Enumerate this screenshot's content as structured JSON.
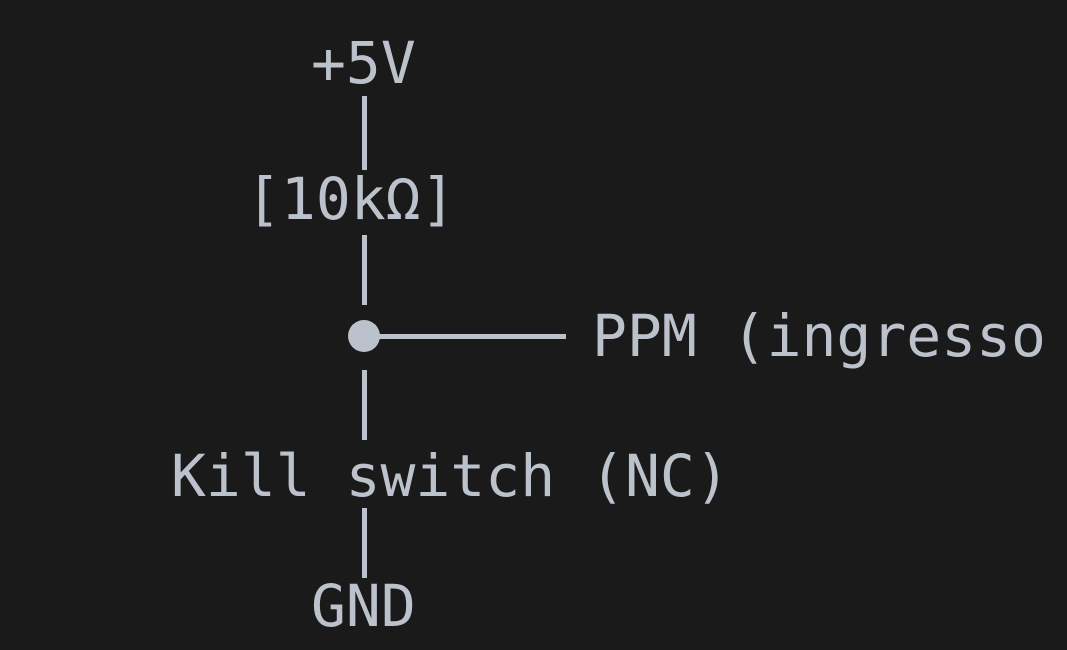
{
  "diagram": {
    "title": "Kill switch pull-up circuit",
    "type": "ascii-circuit-schematic",
    "colors": {
      "background": "#1a1a1a",
      "stroke": "#bcc2cc",
      "text": "#bcc2cc"
    },
    "labels": {
      "supply": "+5V",
      "resistor": "[10kΩ]",
      "signal": "PPM (ingresso",
      "switch": "Kill switch (NC)",
      "ground": "GND"
    },
    "nodes": {
      "junction": "signal-junction-dot"
    },
    "wires": {
      "supply_to_resistor": "vertical",
      "resistor_to_junction": "vertical",
      "junction_to_switch": "vertical",
      "switch_to_ground": "vertical",
      "junction_to_signal": "horizontal"
    }
  }
}
